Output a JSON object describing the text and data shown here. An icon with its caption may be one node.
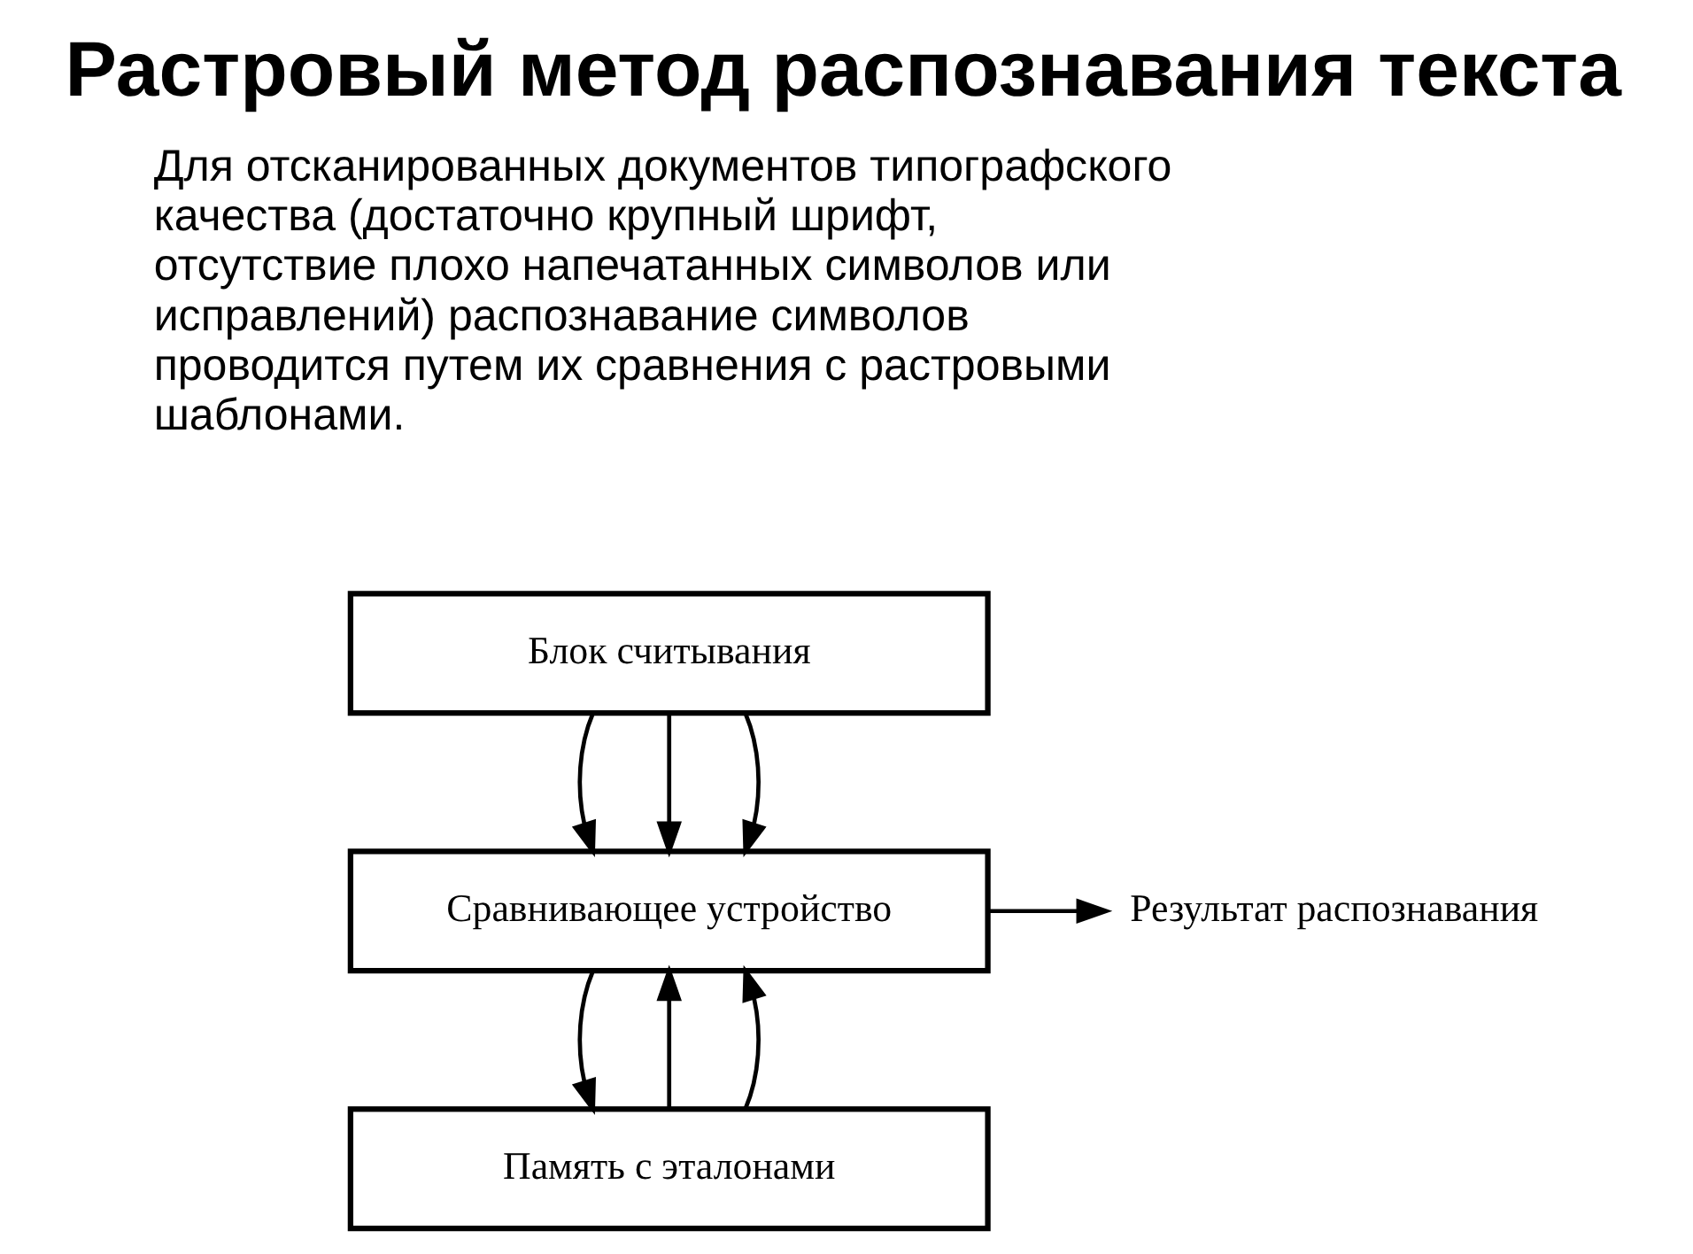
{
  "diagram": {
    "title": "Растровый метод распознавания текста",
    "nodes": [
      {
        "text": [
          "Блок считывания"
        ]
      },
      {
        "text": [
          "Сравнивающее устройство"
        ]
      },
      {
        "text": [
          "Результат распознавания"
        ]
      },
      {
        "text": [
          "Память с эталонами"
        ]
      }
    ],
    "edges": [
      {
        "from": 0,
        "to": 1,
        "arrow": "to"
      },
      {
        "from": 0,
        "to": 1,
        "arrow": "to"
      },
      {
        "from": 0,
        "to": 1,
        "arrow": "to"
      },
      {
        "from": 1,
        "to": 2,
        "arrow": "to"
      },
      {
        "from": 1,
        "to": 3,
        "arrow": "to"
      },
      {
        "from": 3,
        "to": 1,
        "arrow": "to"
      },
      {
        "from": 3,
        "to": 1,
        "arrow": "to"
      }
    ],
    "labels": [
      "Для отсканированных документов типографского качества (достаточно крупный шрифт, отсутствие плохо напечатанных символов или исправлений) распознавание символов проводится путем их сравнения с растровыми шаблонами."
    ]
  }
}
